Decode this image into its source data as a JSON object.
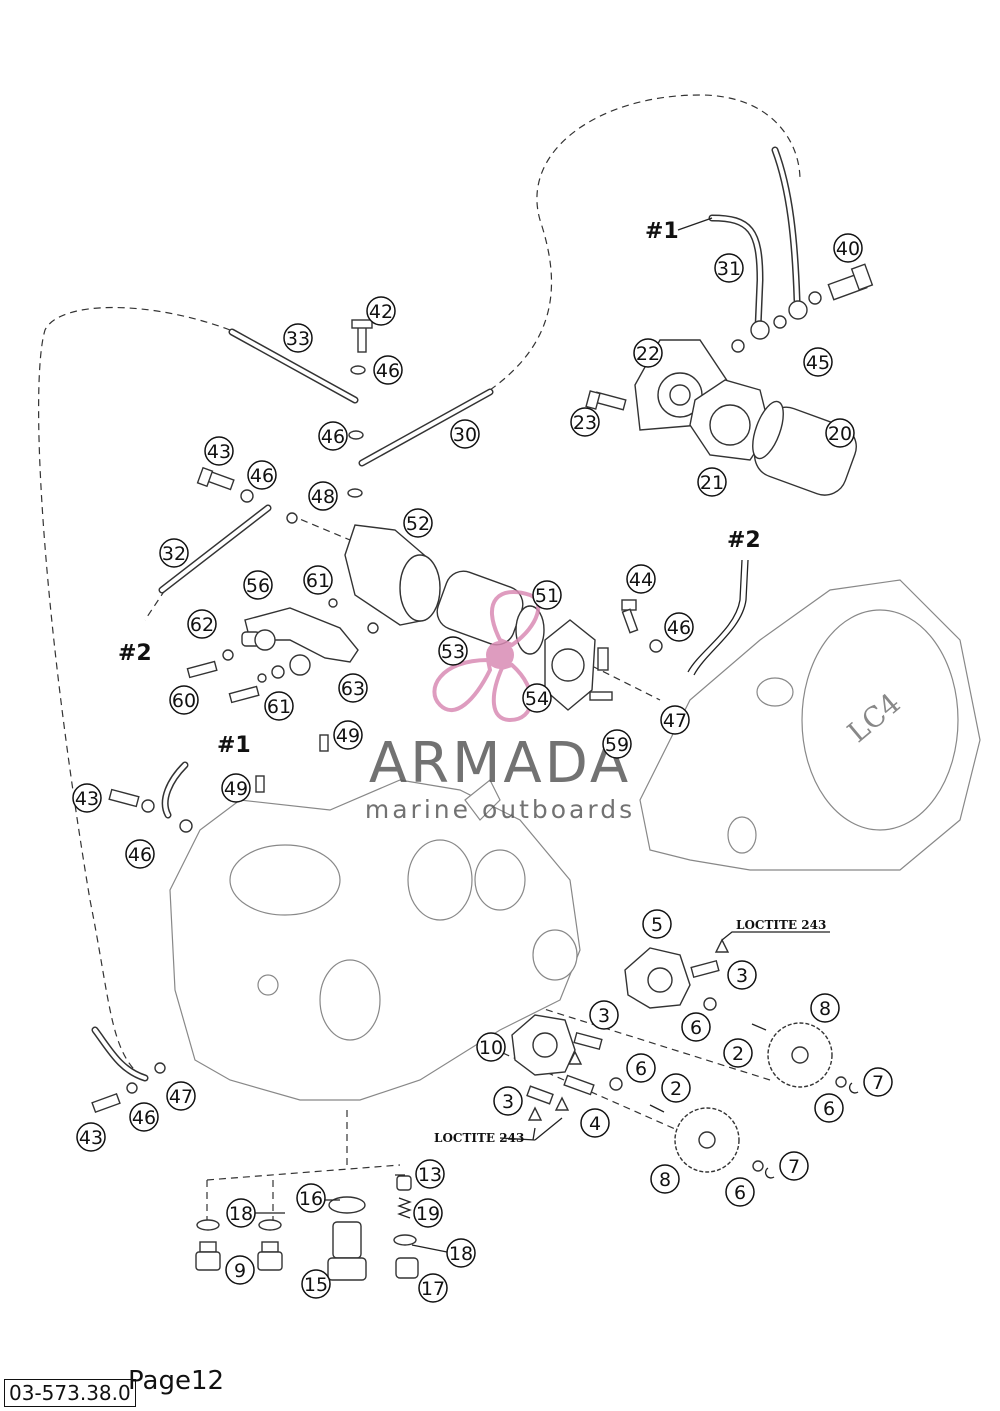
{
  "callouts": [
    {
      "label": "40"
    },
    {
      "label": "31"
    },
    {
      "label": "45"
    },
    {
      "label": "22"
    },
    {
      "label": "23"
    },
    {
      "label": "20"
    },
    {
      "label": "21"
    },
    {
      "label": "42"
    },
    {
      "label": "33"
    },
    {
      "label": "46"
    },
    {
      "label": "46"
    },
    {
      "label": "30"
    },
    {
      "label": "43"
    },
    {
      "label": "46"
    },
    {
      "label": "48"
    },
    {
      "label": "52"
    },
    {
      "label": "32"
    },
    {
      "label": "56"
    },
    {
      "label": "61"
    },
    {
      "label": "51"
    },
    {
      "label": "62"
    },
    {
      "label": "53"
    },
    {
      "label": "54"
    },
    {
      "label": "60"
    },
    {
      "label": "61"
    },
    {
      "label": "63"
    },
    {
      "label": "44"
    },
    {
      "label": "46"
    },
    {
      "label": "47"
    },
    {
      "label": "59"
    },
    {
      "label": "49"
    },
    {
      "label": "49"
    },
    {
      "label": "43"
    },
    {
      "label": "46"
    },
    {
      "label": "5"
    },
    {
      "label": "3"
    },
    {
      "label": "8"
    },
    {
      "label": "3"
    },
    {
      "label": "6"
    },
    {
      "label": "10"
    },
    {
      "label": "2"
    },
    {
      "label": "6"
    },
    {
      "label": "7"
    },
    {
      "label": "2"
    },
    {
      "label": "6"
    },
    {
      "label": "3"
    },
    {
      "label": "4"
    },
    {
      "label": "47"
    },
    {
      "label": "46"
    },
    {
      "label": "43"
    },
    {
      "label": "8"
    },
    {
      "label": "7"
    },
    {
      "label": "6"
    },
    {
      "label": "13"
    },
    {
      "label": "16"
    },
    {
      "label": "18"
    },
    {
      "label": "19"
    },
    {
      "label": "18"
    },
    {
      "label": "9"
    },
    {
      "label": "15"
    },
    {
      "label": "17"
    }
  ],
  "tags": [
    {
      "label": "#1"
    },
    {
      "label": "#2"
    },
    {
      "label": "#2"
    },
    {
      "label": "#1"
    }
  ],
  "loctite": [
    {
      "label": "LOCTITE 243"
    },
    {
      "label": "LOCTITE 243"
    }
  ],
  "watermark": {
    "title": "ARMADA",
    "subtitle": "marine outboards",
    "accent_color": "#d98bb4"
  },
  "footer": {
    "code": "03-573.38.0",
    "page": "Page12"
  }
}
